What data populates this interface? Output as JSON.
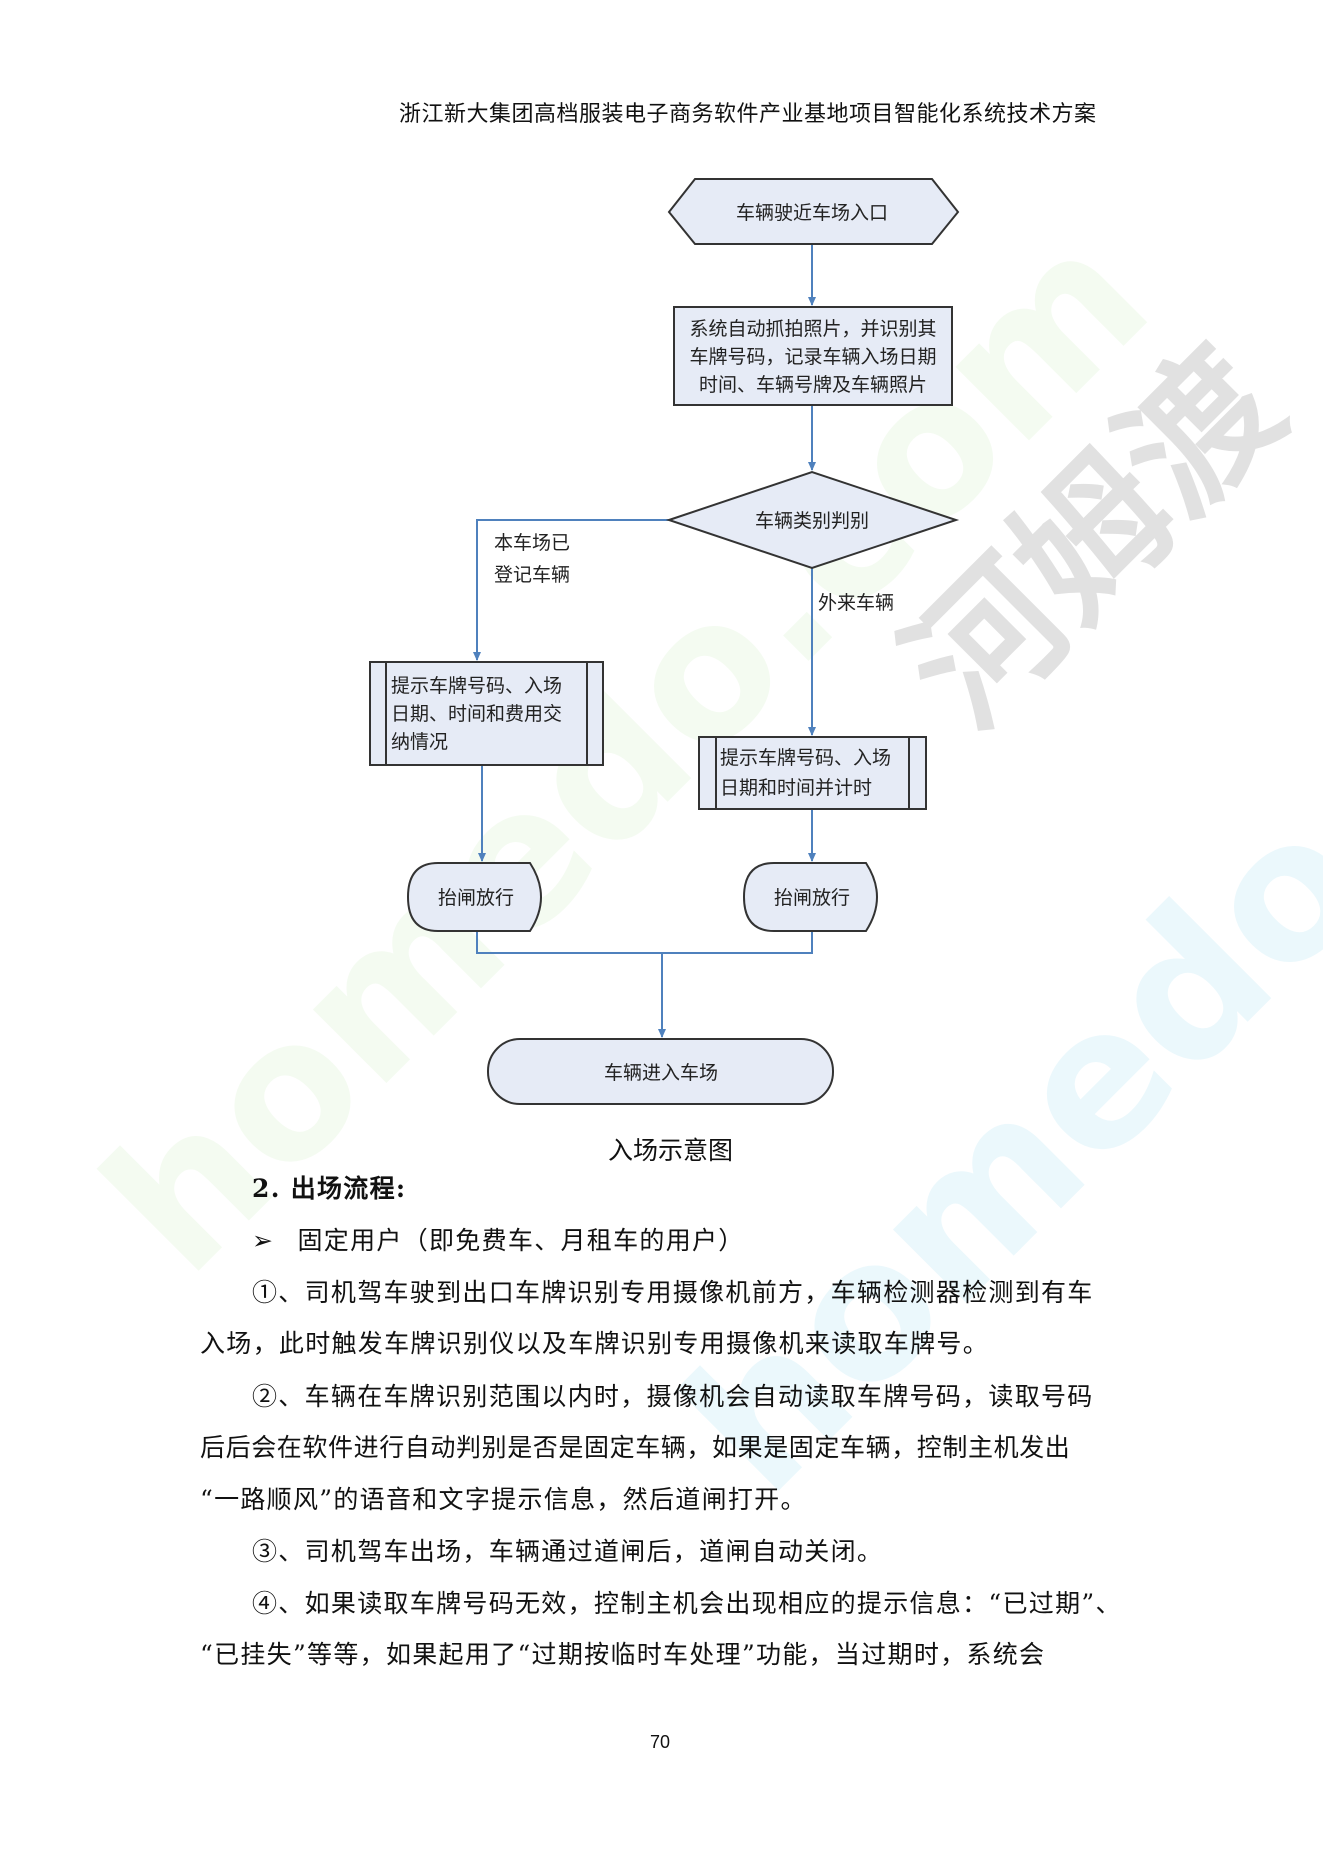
{
  "header": {
    "title": "浙江新大集团高档服装电子商务软件产业基地项目智能化系统技术方案"
  },
  "watermark": {
    "text_en": "homedo.com",
    "text_cn": "河姆渡"
  },
  "flowchart": {
    "start": "车辆驶近车场入口",
    "capture": [
      "系统自动抓拍照片，并识别其",
      "车牌号码，记录车辆入场日期",
      "时间、车辆号牌及车辆照片"
    ],
    "decision": "车辆类别判别",
    "branch_left_label": [
      "本车场已",
      "登记车辆"
    ],
    "branch_right_label": "外来车辆",
    "left_process": [
      "提示车牌号码、入场",
      "日期、时间和费用交",
      "纳情况"
    ],
    "right_process": [
      "提示车牌号码、入场",
      "日期和时间并计时"
    ],
    "left_gate": "抬闸放行",
    "right_gate": "抬闸放行",
    "end": "车辆进入车场",
    "colors": {
      "fill": "#e6ebf6",
      "stroke": "#333333",
      "arrow": "#4f81bd"
    }
  },
  "caption": "入场示意图",
  "section": {
    "heading": "2.   出场流程:",
    "bullet_icon": "arrowhead-bullet",
    "bullet_symbol": "➢",
    "bullet": "固定用户（即免费车、月租车的用户）",
    "lines": [
      "①、司机驾车驶到出口车牌识别专用摄像机前方，车辆检测器检测到有车",
      "入场，此时触发车牌识别仪以及车牌识别专用摄像机来读取车牌号。",
      "②、车辆在车牌识别范围以内时，摄像机会自动读取车牌号码，读取号码",
      "后后会在软件进行自动判别是否是固定车辆，如果是固定车辆，控制主机发出",
      "“一路顺风”的语音和文字提示信息，然后道闸打开。",
      "③、司机驾车出场，车辆通过道闸后，道闸自动关闭。",
      "④、如果读取车牌号码无效，控制主机会出现相应的提示信息：“已过期”、",
      "“已挂失”等等，如果起用了“过期按临时车处理”功能，当过期时，系统会"
    ]
  },
  "page_number": "70"
}
